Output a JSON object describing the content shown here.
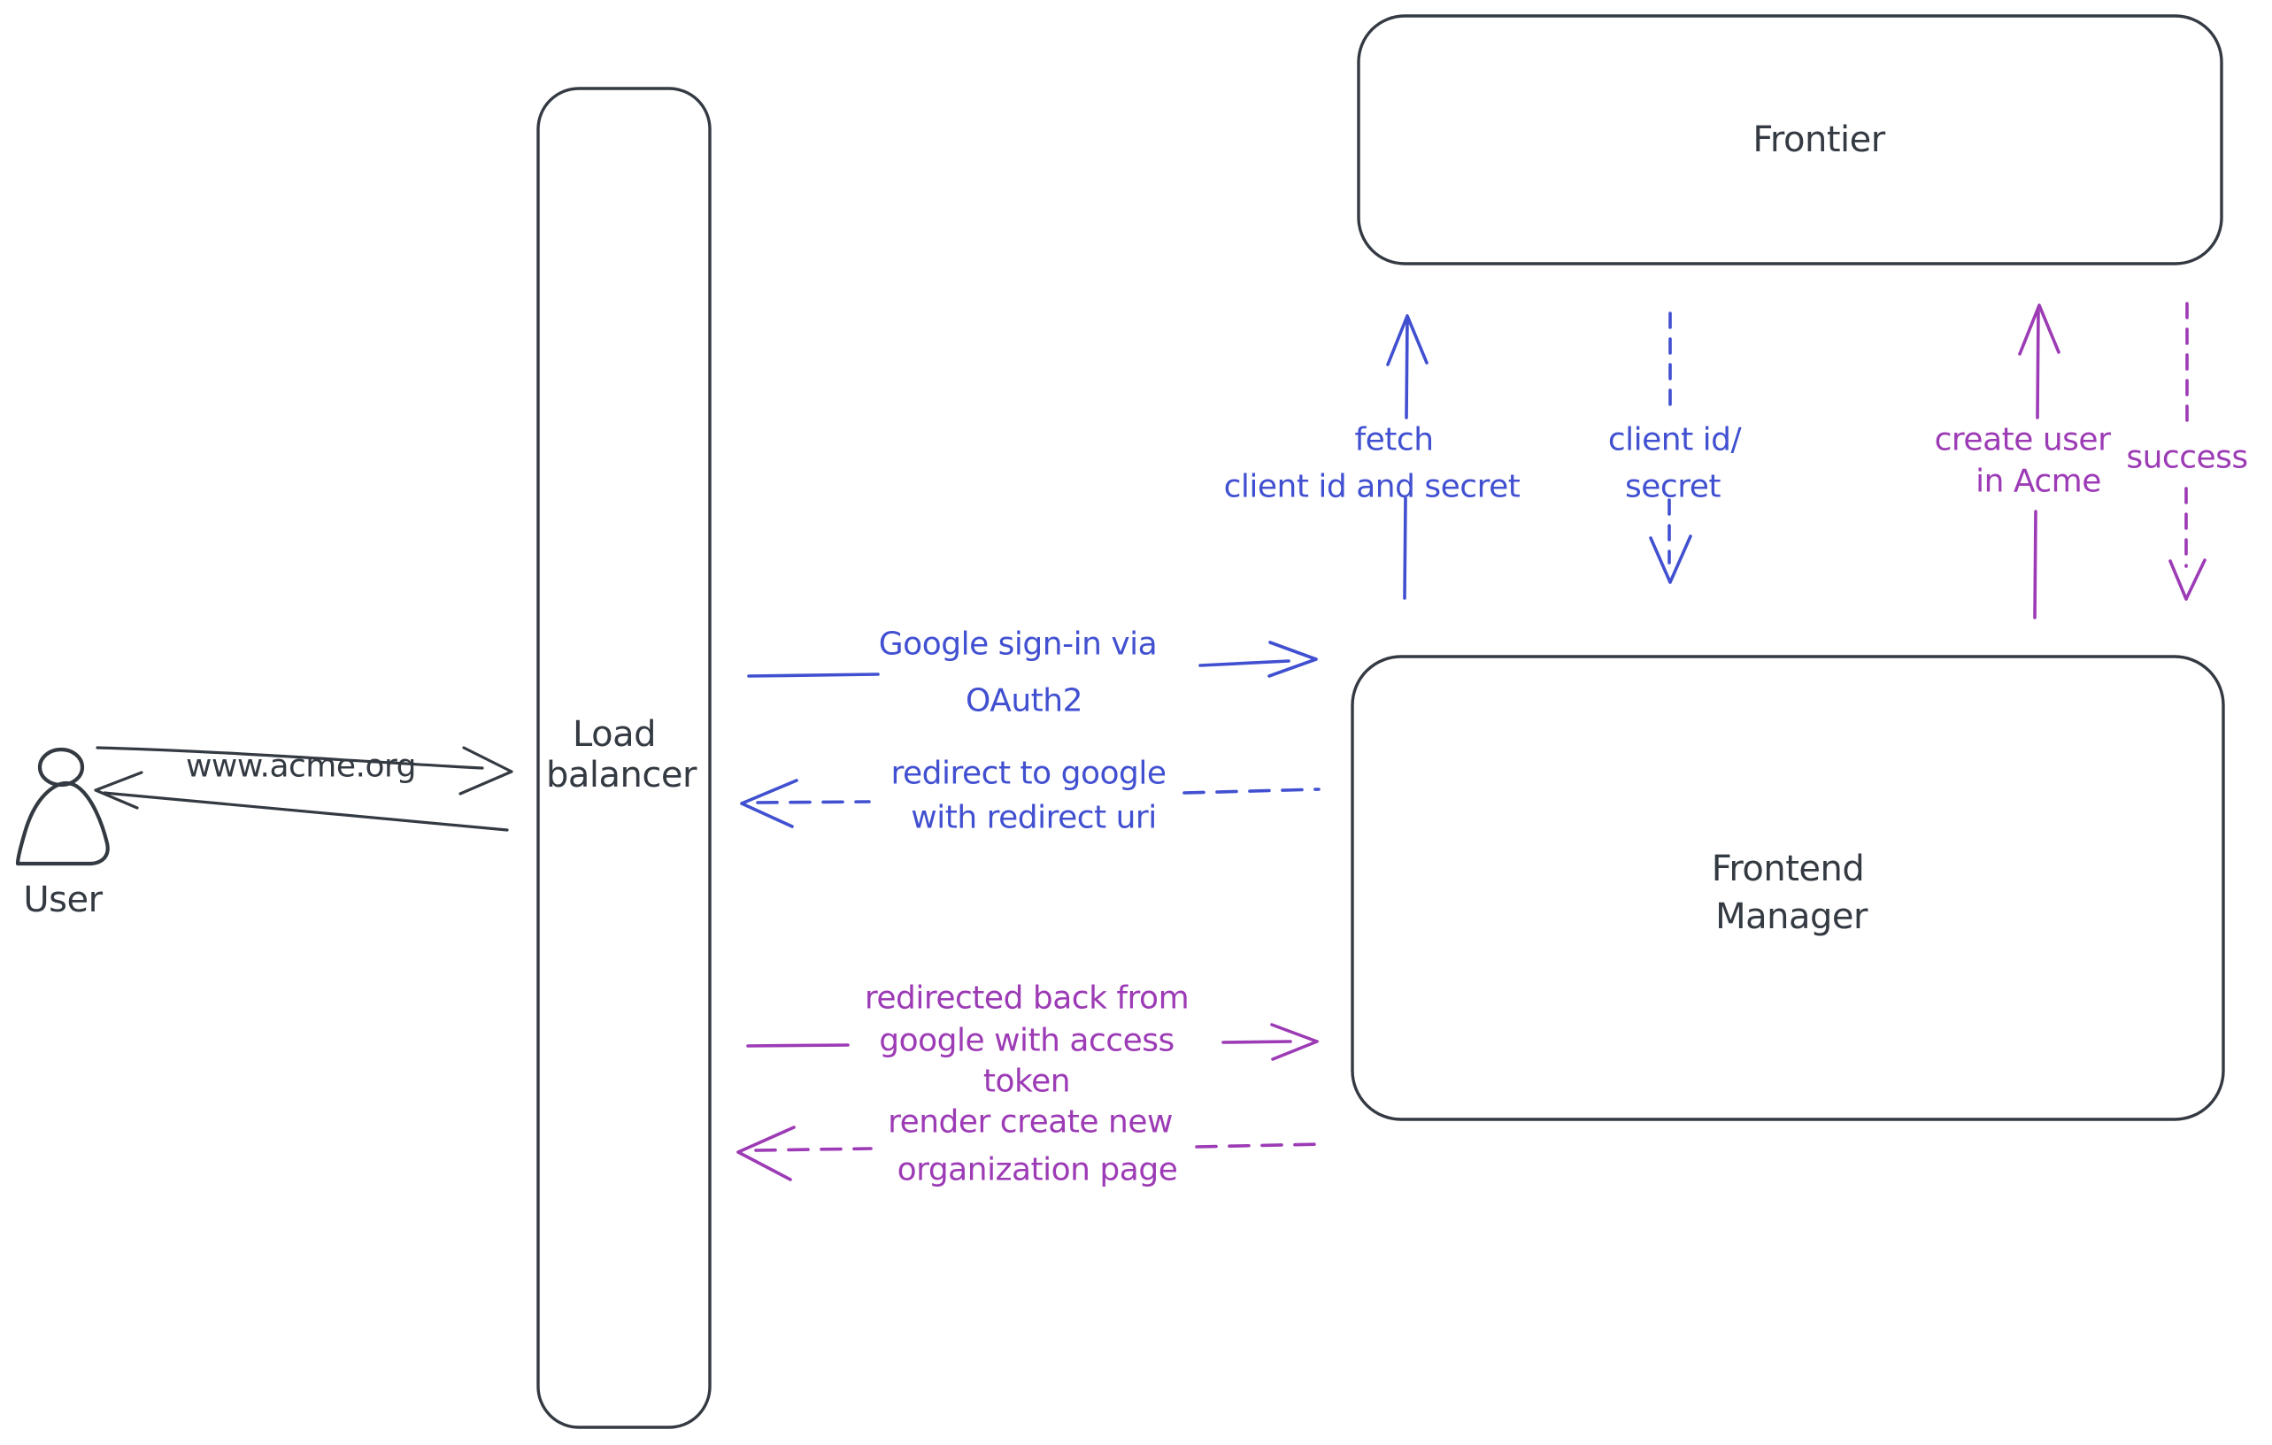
{
  "colors": {
    "ink": "#343a42",
    "blue": "#4150d0",
    "purple": "#9c3bb5",
    "hatch": "#ccd4de",
    "background": "#ffffff"
  },
  "nodes": {
    "user": {
      "label": "User",
      "type": "actor"
    },
    "load_balancer": {
      "lines": [
        "Load",
        "balancer"
      ]
    },
    "frontier": {
      "label": "Frontier"
    },
    "frontend_manager": {
      "lines": [
        "Frontend",
        "Manager"
      ]
    }
  },
  "messages": {
    "www_acme": {
      "label": "www.acme.org",
      "from": "User",
      "to": "Load balancer",
      "style": "solid",
      "color": "ink"
    },
    "user_return": {
      "from": "Load balancer",
      "to": "User",
      "style": "solid",
      "color": "ink"
    },
    "google_signin": {
      "lines": [
        "Google sign-in via",
        "OAuth2"
      ],
      "from": "Load balancer",
      "to": "Frontend Manager",
      "style": "solid",
      "color": "blue"
    },
    "redirect_google": {
      "lines": [
        "redirect to google",
        "with redirect uri"
      ],
      "from": "Frontend Manager",
      "to": "Load balancer",
      "style": "dashed",
      "color": "blue"
    },
    "fetch_credentials": {
      "lines": [
        "fetch",
        "client id and secret"
      ],
      "from": "Frontend Manager",
      "to": "Frontier",
      "style": "solid",
      "color": "blue"
    },
    "client_credentials": {
      "lines": [
        "client id/",
        "secret"
      ],
      "from": "Frontier",
      "to": "Frontend Manager",
      "style": "dashed",
      "color": "blue"
    },
    "create_user": {
      "lines": [
        "create user",
        "in Acme"
      ],
      "from": "Frontend Manager",
      "to": "Frontier",
      "style": "solid",
      "color": "purple"
    },
    "success": {
      "lines": [
        "success"
      ],
      "from": "Frontier",
      "to": "Frontend Manager",
      "style": "dashed",
      "color": "purple"
    },
    "redirected_back": {
      "lines": [
        "redirected back from",
        "google with access",
        "token"
      ],
      "from": "Load balancer",
      "to": "Frontend Manager",
      "style": "solid",
      "color": "purple"
    },
    "render_org_page": {
      "lines": [
        "render create new",
        "organization page"
      ],
      "from": "Frontend Manager",
      "to": "Load balancer",
      "style": "dashed",
      "color": "purple"
    }
  }
}
